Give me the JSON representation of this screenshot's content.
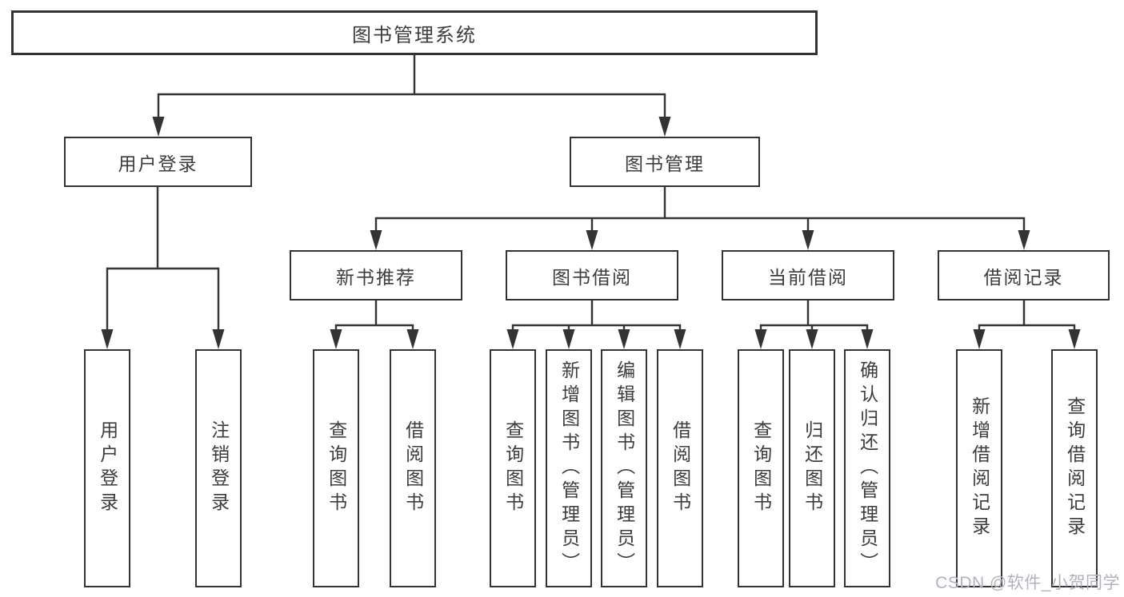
{
  "colors": {
    "line": "#333333",
    "box_border": "#333333",
    "text": "#3c3c3c",
    "background": "#ffffff",
    "watermark": "#b0b4ba"
  },
  "watermark": {
    "text": "CSDN @软件_小贺同学"
  },
  "tree": {
    "label": "图书管理系统",
    "children": [
      {
        "label": "用户登录",
        "children": [
          {
            "label": "用户登录"
          },
          {
            "label": "注销登录"
          }
        ]
      },
      {
        "label": "图书管理",
        "children": [
          {
            "label": "新书推荐",
            "children": [
              {
                "label": "查询图书"
              },
              {
                "label": "借阅图书"
              }
            ]
          },
          {
            "label": "图书借阅",
            "children": [
              {
                "label": "查询图书"
              },
              {
                "label": "新增图书（管理员）"
              },
              {
                "label": "编辑图书（管理员）"
              },
              {
                "label": "借阅图书"
              }
            ]
          },
          {
            "label": "当前借阅",
            "children": [
              {
                "label": "查询图书"
              },
              {
                "label": "归还图书"
              },
              {
                "label": "确认归还（管理员）"
              }
            ]
          },
          {
            "label": "借阅记录",
            "children": [
              {
                "label": "新增借阅记录"
              },
              {
                "label": "查询借阅记录"
              }
            ]
          }
        ]
      }
    ]
  }
}
